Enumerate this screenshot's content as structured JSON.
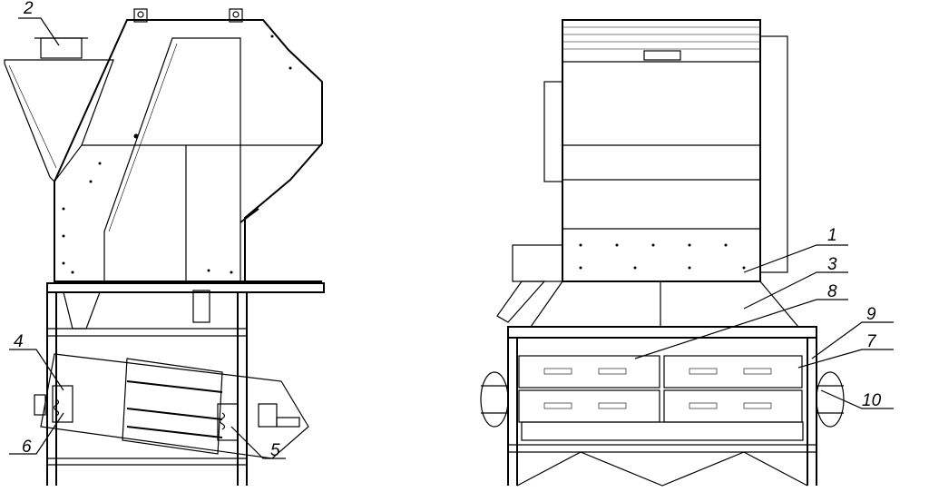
{
  "drawing": {
    "views": [
      "side-view",
      "front-view"
    ],
    "callouts": [
      {
        "id": "c2",
        "label": "2"
      },
      {
        "id": "c4",
        "label": "4"
      },
      {
        "id": "c6",
        "label": "6"
      },
      {
        "id": "c5",
        "label": "5"
      },
      {
        "id": "c1",
        "label": "1"
      },
      {
        "id": "c3",
        "label": "3"
      },
      {
        "id": "c8",
        "label": "8"
      },
      {
        "id": "c9",
        "label": "9"
      },
      {
        "id": "c7",
        "label": "7"
      },
      {
        "id": "c10",
        "label": "10"
      }
    ]
  }
}
